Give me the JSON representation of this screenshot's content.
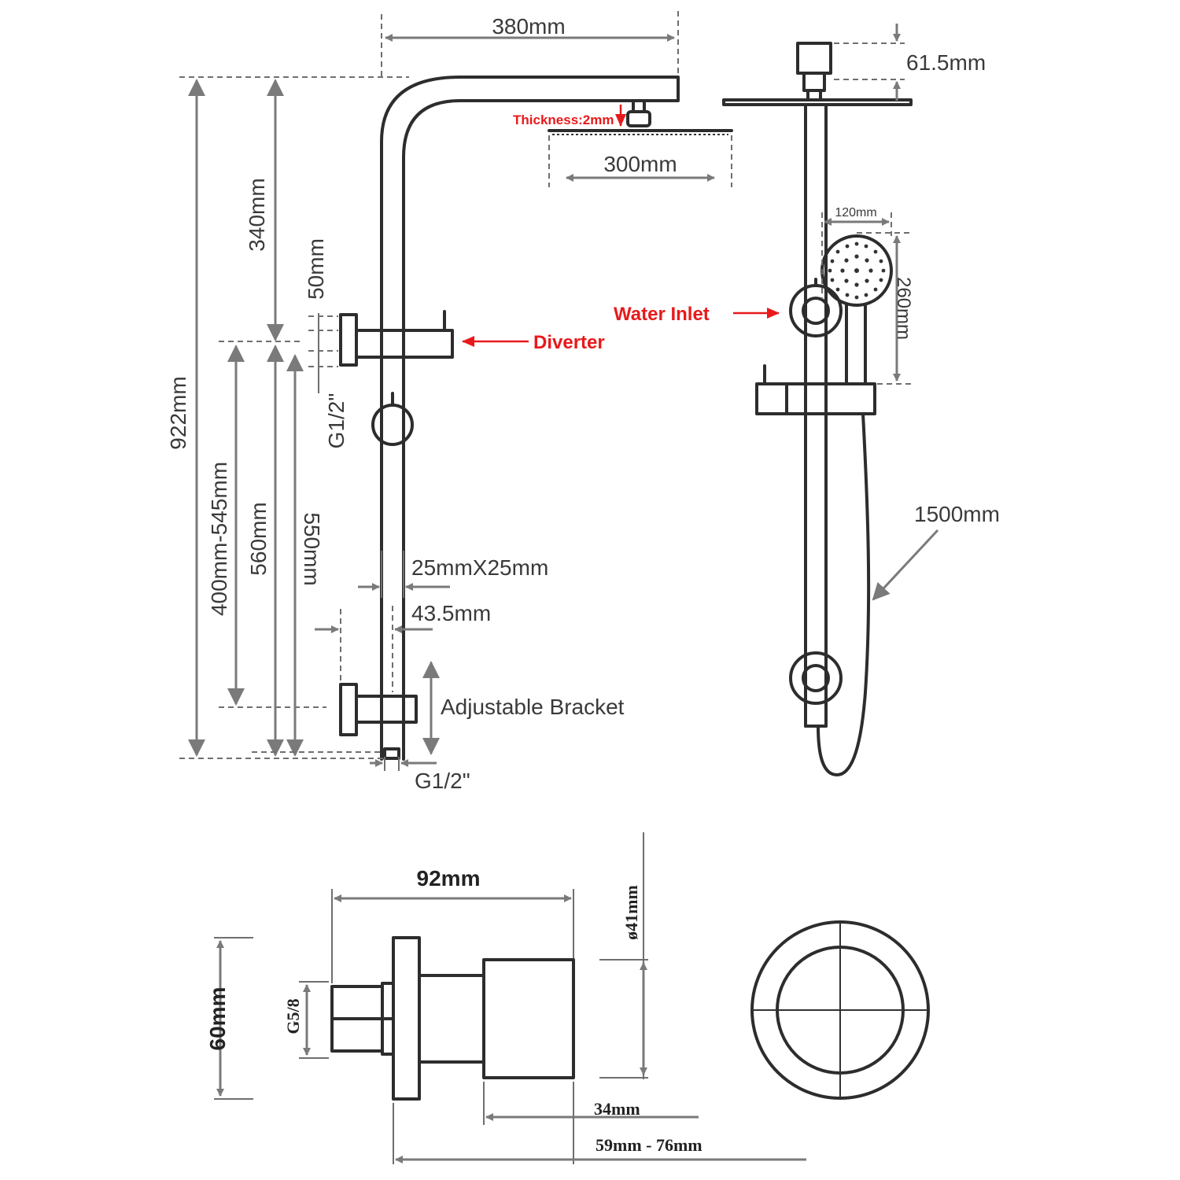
{
  "labels": {
    "top_width": "380mm",
    "head_height": "61.5mm",
    "thickness": "Thickness:2mm",
    "shower_head": "300mm",
    "height_340": "340mm",
    "height_50": "50mm",
    "total_height": "922mm",
    "handheld_diameter": "120mm",
    "handheld_length": "260mm",
    "water_inlet": "Water Inlet",
    "diverter": "Diverter",
    "thread_top": "G1/2\"",
    "range_400_545": "400mm-545mm",
    "height_560": "560mm",
    "height_550": "550mm",
    "hose_length": "1500mm",
    "square_size": "25mmX25mm",
    "bracket_offset": "43.5mm",
    "adjustable_bracket": "Adjustable Bracket",
    "thread_bottom": "G1/2\"",
    "elbow_length": "92mm",
    "elbow_height": "60mm",
    "elbow_thread": "G5/8",
    "flange_diameter": "ø41mm",
    "depth_34": "34mm",
    "range_59_76": "59mm - 76mm"
  }
}
